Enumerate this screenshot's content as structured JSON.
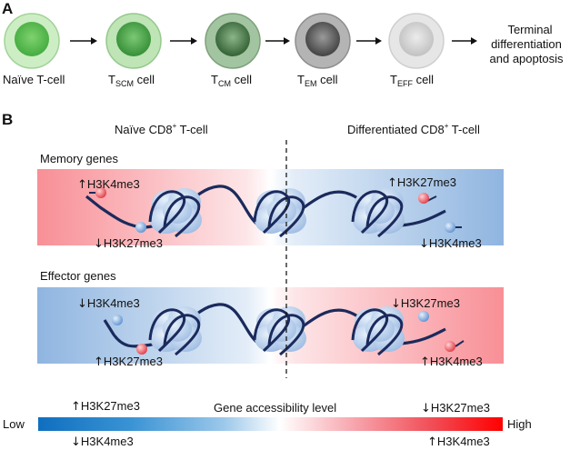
{
  "panel_a": {
    "letter": "A",
    "cells": [
      {
        "label": "Naïve T-cell",
        "base": "",
        "sub": "",
        "suffix": "",
        "color_outer": "#b9e3b0",
        "color_inner": "#4fb34a"
      },
      {
        "label": "",
        "base": "T",
        "sub": "SCM",
        "suffix": " cell",
        "color_outer": "#a9d6a0",
        "color_inner": "#3f9c3e"
      },
      {
        "label": "",
        "base": "T",
        "sub": "CM",
        "suffix": " cell",
        "color_outer": "#8fb08c",
        "color_inner": "#2e5f30"
      },
      {
        "label": "",
        "base": "T",
        "sub": "EM",
        "suffix": " cell",
        "color_outer": "#a6a6a6",
        "color_inner": "#3b3b3b"
      },
      {
        "label": "",
        "base": "T",
        "sub": "EFF",
        "suffix": " cell",
        "color_outer": "#dcdcdc",
        "color_inner": "#bdbdbd"
      }
    ],
    "terminal_lines": [
      "Terminal",
      "differentiation",
      "and apoptosis"
    ]
  },
  "panel_b": {
    "letter": "B",
    "left_header_base": "Naïve CD8",
    "left_header_sup": "+",
    "left_header_suffix": " T-cell",
    "right_header_base": "Differentiated CD8",
    "right_header_sup": "+",
    "right_header_suffix": " T-cell",
    "memory_title": "Memory genes",
    "effector_title": "Effector genes",
    "memory_marks": {
      "left_top": {
        "arrow": "↑",
        "text": "H3K4me3"
      },
      "left_bottom": {
        "arrow": "↓",
        "text": "H3K27me3"
      },
      "right_top": {
        "arrow": "↑",
        "text": "H3K27me3"
      },
      "right_bottom": {
        "arrow": "↓",
        "text": "H3K4me3"
      }
    },
    "effector_marks": {
      "left_top": {
        "arrow": "↓",
        "text": "H3K4me3"
      },
      "left_bottom": {
        "arrow": "↑",
        "text": "H3K27me3"
      },
      "right_top": {
        "arrow": "↓",
        "text": "H3K27me3"
      },
      "right_bottom": {
        "arrow": "↑",
        "text": "H3K4me3"
      }
    },
    "legend": {
      "title": "Gene accessibility level",
      "low": "Low",
      "high": "High",
      "left_top": {
        "arrow": "↑",
        "text": "H3K27me3"
      },
      "left_bottom": {
        "arrow": "↓",
        "text": "H3K4me3"
      },
      "right_top": {
        "arrow": "↓",
        "text": "H3K27me3"
      },
      "right_bottom": {
        "arrow": "↑",
        "text": "H3K4me3"
      },
      "low_color": "#1a73c2",
      "high_color": "#ff1a1a"
    },
    "colors": {
      "red_band": "#f8b8bd",
      "blue_band": "#a4c3e6",
      "red_mark": "#e9474f",
      "blue_mark": "#7da9dc",
      "dna": "#1b2a5c",
      "nucleosome": "#b9d0ee"
    }
  }
}
